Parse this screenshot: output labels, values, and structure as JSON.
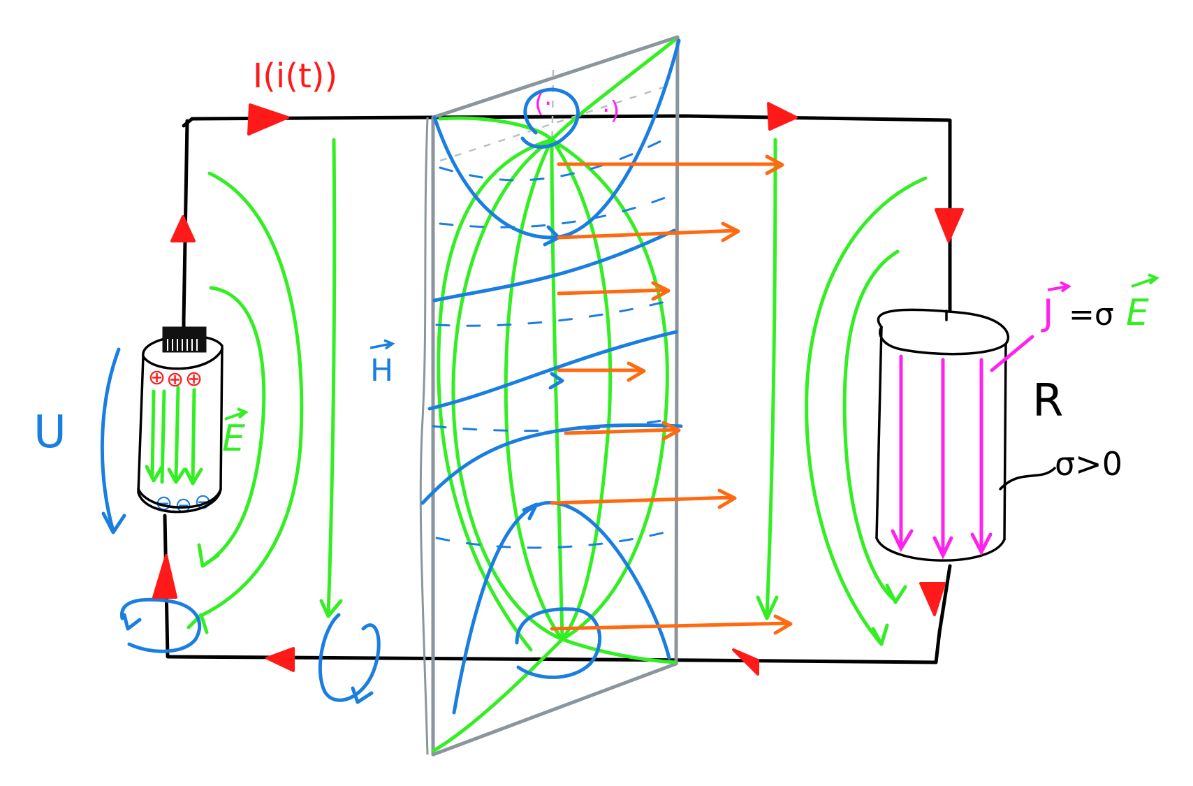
{
  "labels": {
    "current": "I(i(t))",
    "voltage": "U",
    "e_field_battery": "E",
    "h_field": "H",
    "current_density_j": "J",
    "ohm_rest": "=σ",
    "ohm_e": "E",
    "resistor": "R",
    "conductivity": "σ>0",
    "plus_charges": [
      "⊕",
      "⊕",
      "⊕"
    ],
    "minus_charges": [
      "⊖",
      "⊖",
      "⊖"
    ],
    "plane_dots": [
      "(·",
      "·)"
    ]
  },
  "colors": {
    "wire": "#000000",
    "current_arrow": "#ff1a1a",
    "e_field": "#33ee22",
    "h_field": "#1a7ee0",
    "poynting": "#ff6a10",
    "current_density": "#ff22ee",
    "plane": "#8a959d"
  }
}
